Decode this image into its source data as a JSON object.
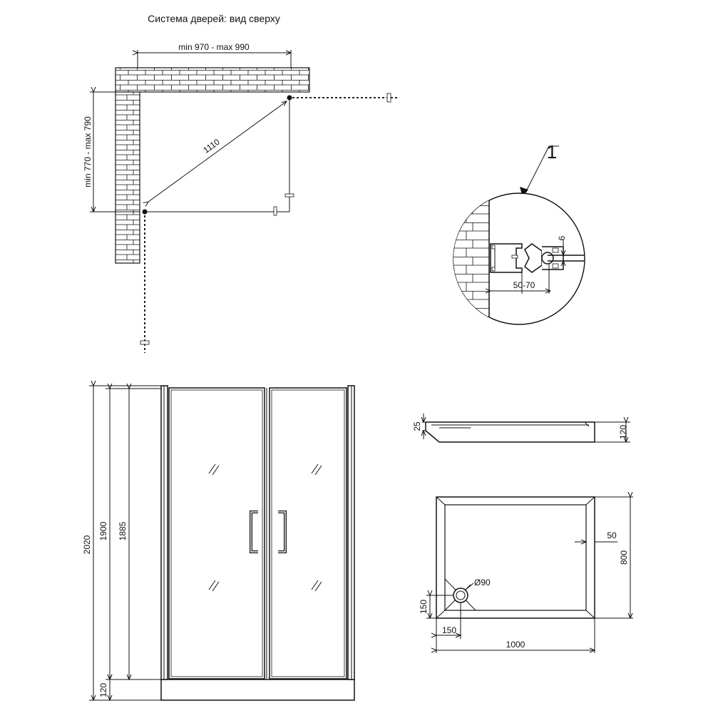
{
  "top_view": {
    "title": "Система дверей: вид сверху",
    "dim_width": "min 970 - max 990",
    "dim_depth": "min 770 - max 790",
    "dim_diagonal": "1110"
  },
  "detail": {
    "callout": "1",
    "dim_gap": "6",
    "dim_adjust": "50-70"
  },
  "front_view": {
    "dim_total": "2020",
    "dim_door": "1900",
    "dim_glass": "1885",
    "dim_tray": "120"
  },
  "tray_side": {
    "dim_rim": "25",
    "dim_height": "120"
  },
  "tray_top": {
    "dim_width": "1000",
    "dim_depth": "800",
    "dim_edge": "50",
    "dim_drain_x": "150",
    "dim_drain_y": "150",
    "dim_drain_diameter": "Ø90"
  }
}
